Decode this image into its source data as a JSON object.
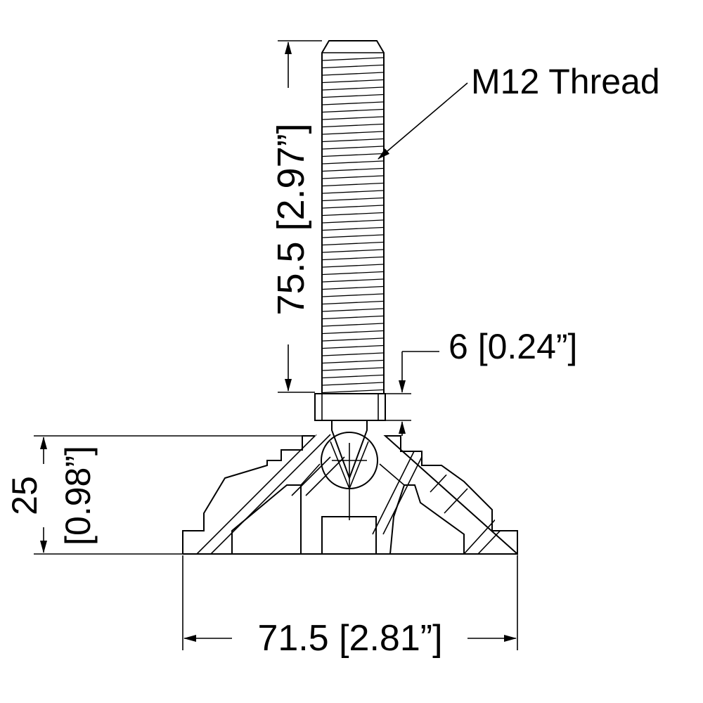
{
  "drawing": {
    "stroke_color": "#000000",
    "background": "#ffffff",
    "labels": {
      "thread": "M12 Thread",
      "stud_length": "75.5 [2.97”]",
      "nut_height": "6 [0.24”]",
      "base_height_line1": "25",
      "base_height_line2": "[0.98”]",
      "base_width": "71.5 [2.81”]"
    }
  }
}
